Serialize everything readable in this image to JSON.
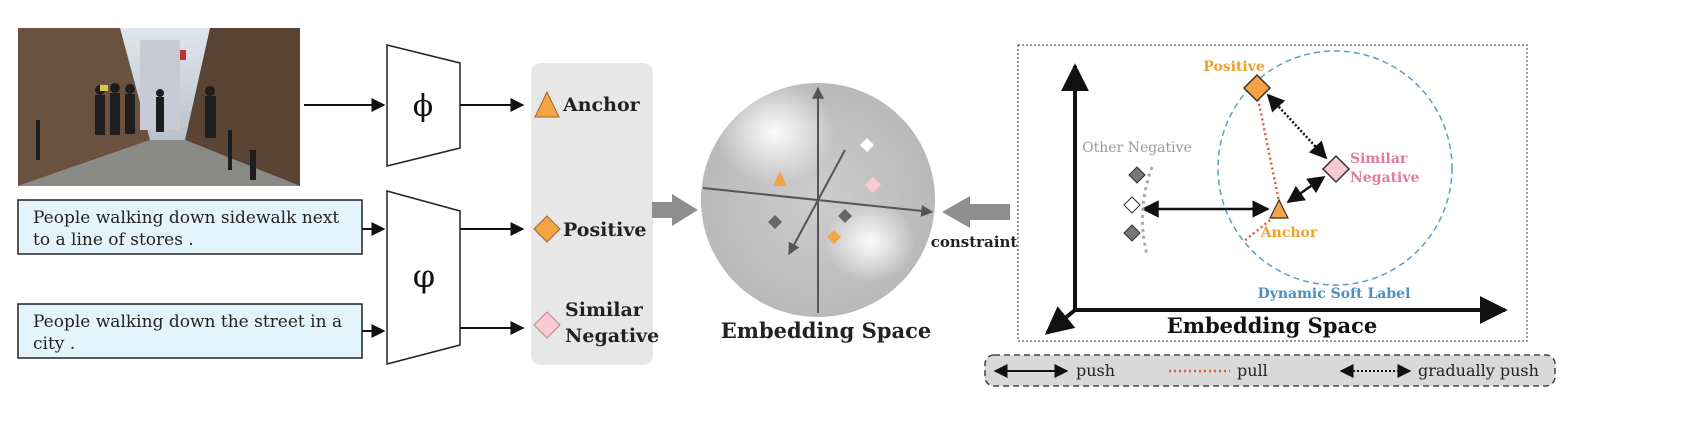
{
  "left": {
    "photo_description_hidden": "",
    "captions": [
      "People walking down sidewalk next",
      "to a line of stores .",
      "People walking down the street in a",
      "city ."
    ],
    "encoder_image_symbol": "ϕ",
    "encoder_text_symbol": "φ",
    "anchor_label": "Anchor",
    "positive_label": "Positive",
    "similar_negative_line1": "Similar",
    "similar_negative_line2": "Negative"
  },
  "middle": {
    "title": "Embedding Space",
    "constraint_label": "constraint"
  },
  "right": {
    "title": "Embedding Space",
    "positive_label": "Positive",
    "anchor_label": "Anchor",
    "similar_negative_line1": "Similar",
    "similar_negative_line2": "Negative",
    "other_negative_label": "Other Negative",
    "soft_label_caption": "Dynamic Soft Label"
  },
  "legend": {
    "push": "push",
    "pull": "pull",
    "gradually_push": "gradually push"
  },
  "colors": {
    "anchor": "#f4a444",
    "positive": "#f4a444",
    "similar_negative": "#f9c9d4",
    "pull_line": "#e05a3a",
    "soft_label_circle": "#5b9ec8",
    "caption_box": "#e4f4fc",
    "panel_gray": "#e7e7e7"
  }
}
